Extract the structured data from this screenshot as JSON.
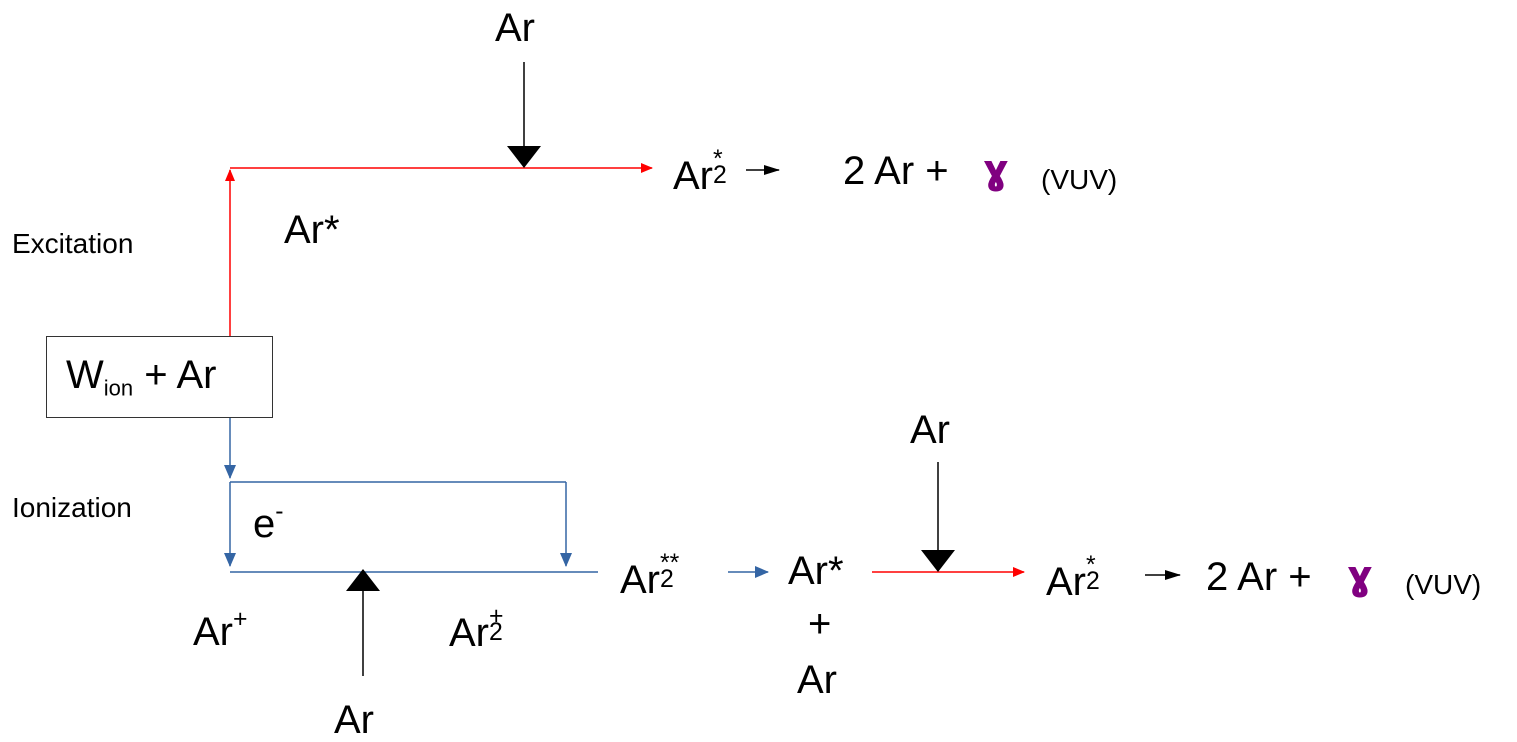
{
  "labels": {
    "excitation": "Excitation",
    "ionization": "Ionization",
    "ar_top": "Ar",
    "ar_star_excited": "Ar*",
    "dimer_top": {
      "base": "Ar",
      "sup": "*",
      "sub": "2"
    },
    "products_top": "2 Ar +",
    "gamma_top": "ɣ",
    "vuv_top": "(VUV)",
    "box": {
      "w": "W",
      "w_sub": "ion",
      "rest": " + Ar"
    },
    "electron": {
      "base": "e",
      "sup": "-"
    },
    "ar_ion": {
      "base": "Ar",
      "sup": "+"
    },
    "dimer_ion": {
      "base": "Ar",
      "sup": "+",
      "sub": "2"
    },
    "ar_bottom": "Ar",
    "dimer_double": {
      "base": "Ar",
      "sup": "**",
      "sub": "2"
    },
    "ar_star_lower": "Ar*",
    "plus_lower": "+",
    "ar_lower": "Ar",
    "ar_mid": "Ar",
    "dimer_bottom": {
      "base": "Ar",
      "sup": "*",
      "sub": "2"
    },
    "products_bottom": "2 Ar +",
    "gamma_bottom": "ɣ",
    "vuv_bottom": "(VUV)"
  },
  "colors": {
    "excitation_path": "#ff0000",
    "ionization_path": "#3465a4",
    "collision_arrow": "#000000",
    "gamma": "#800080"
  }
}
